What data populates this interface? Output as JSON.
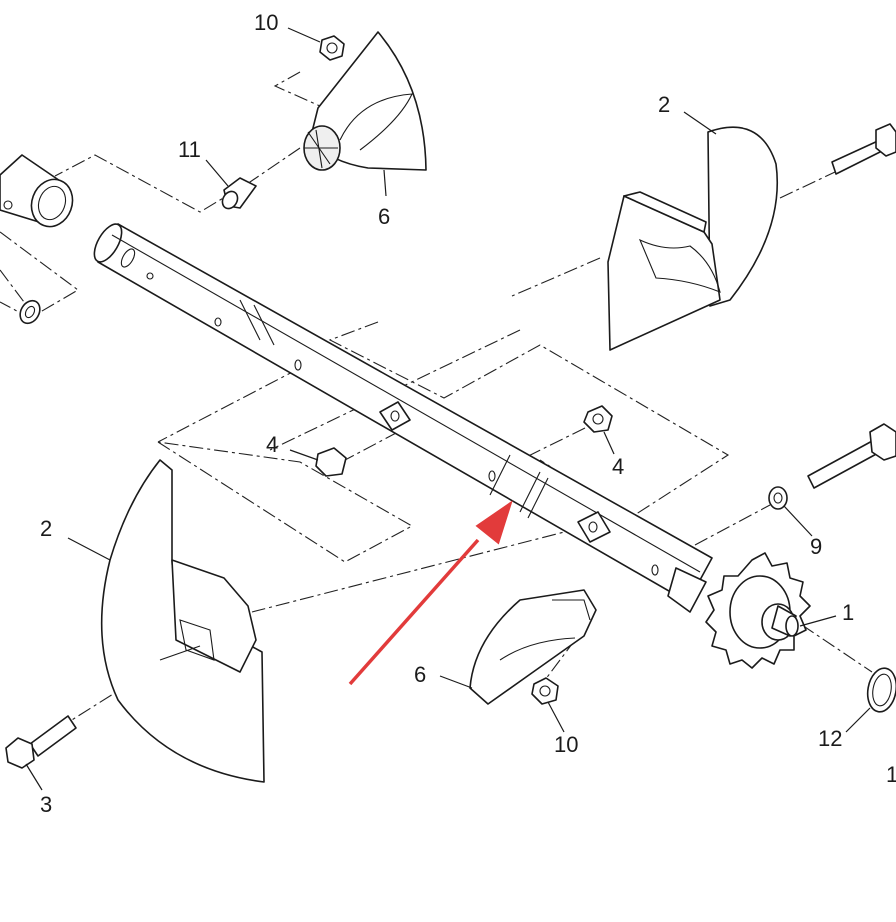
{
  "diagram": {
    "callouts": [
      {
        "id": "c10a",
        "text": "10"
      },
      {
        "id": "c11",
        "text": "11"
      },
      {
        "id": "c6a",
        "text": "6"
      },
      {
        "id": "c2a",
        "text": "2"
      },
      {
        "id": "c4a",
        "text": "4"
      },
      {
        "id": "c4b",
        "text": "4"
      },
      {
        "id": "c2b",
        "text": "2"
      },
      {
        "id": "c3",
        "text": "3"
      },
      {
        "id": "c9",
        "text": "9"
      },
      {
        "id": "c1",
        "text": "1"
      },
      {
        "id": "c6b",
        "text": "6"
      },
      {
        "id": "c10b",
        "text": "10"
      },
      {
        "id": "c12",
        "text": "12"
      },
      {
        "id": "c1cut",
        "text": "1"
      }
    ],
    "arrow_color": "#e23b3b",
    "line_color": "#1b1b1b"
  }
}
